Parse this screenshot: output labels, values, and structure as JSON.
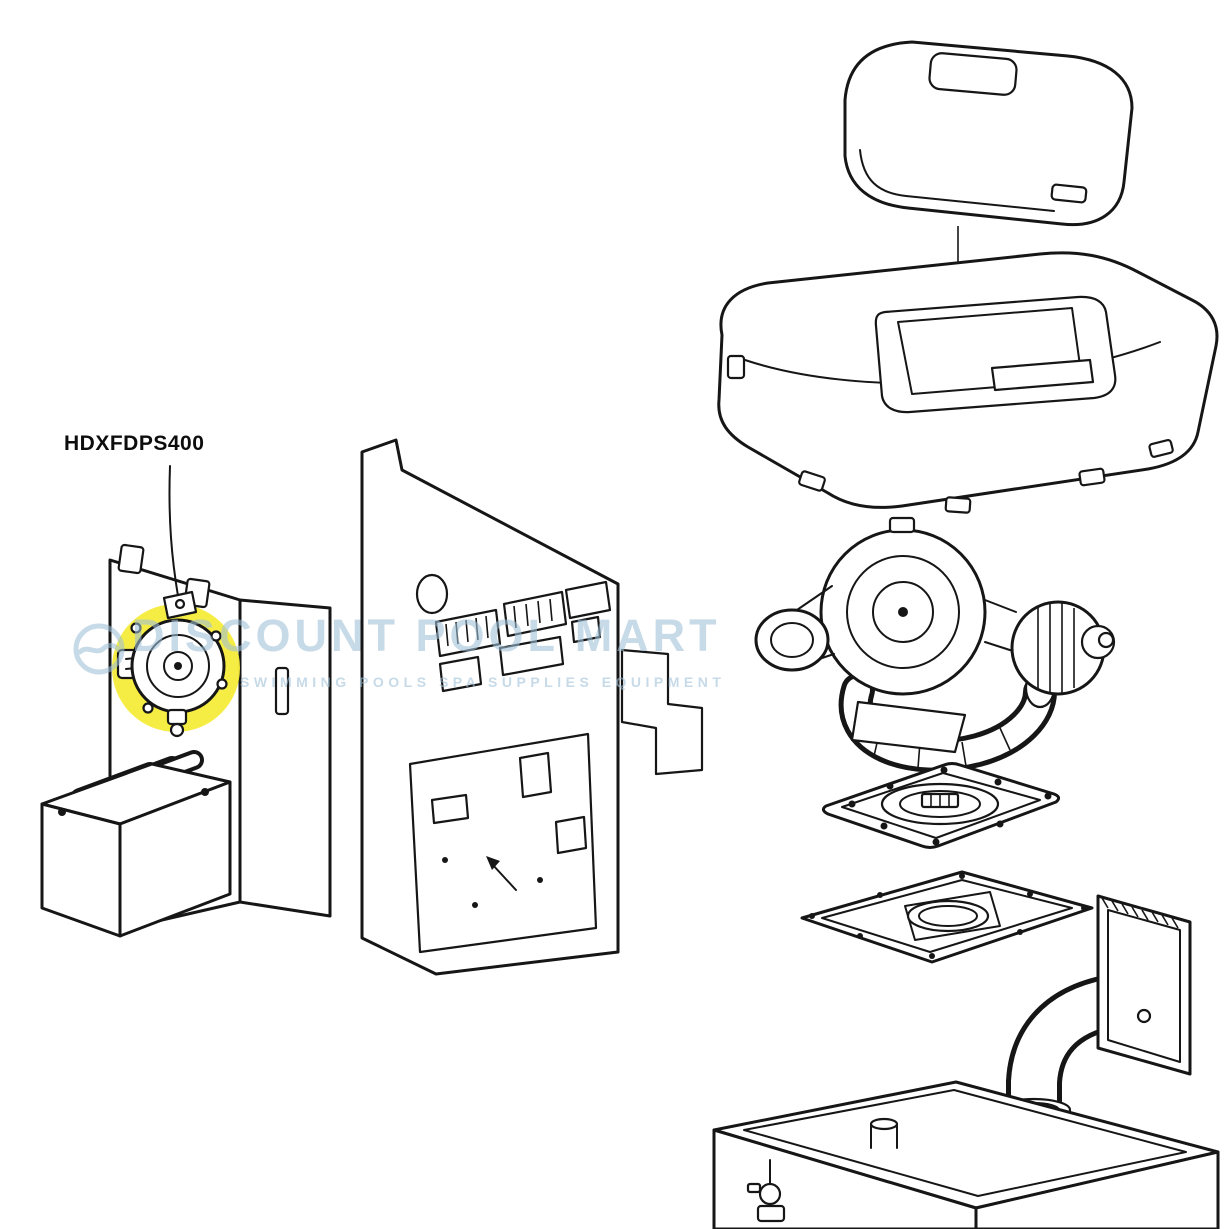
{
  "diagram": {
    "part_label": "HDXFDPS400",
    "highlight_color": "#f5ec3a",
    "line_color": "#161616",
    "watermark": {
      "line1": "DISCOUNT POOL MART",
      "line2": "SWIMMING POOLS SPA SUPPLIES EQUIPMENT",
      "color": "#9fc0d8"
    },
    "parts": [
      {
        "name": "top-cover-panel"
      },
      {
        "name": "main-cover-shell"
      },
      {
        "name": "blower-assembly"
      },
      {
        "name": "burner-gasket-plate"
      },
      {
        "name": "mounting-plate"
      },
      {
        "name": "flue-duct"
      },
      {
        "name": "heat-exchanger-box"
      },
      {
        "name": "control-panel-assembly"
      },
      {
        "name": "transformer"
      },
      {
        "name": "pressure-switch"
      }
    ]
  }
}
